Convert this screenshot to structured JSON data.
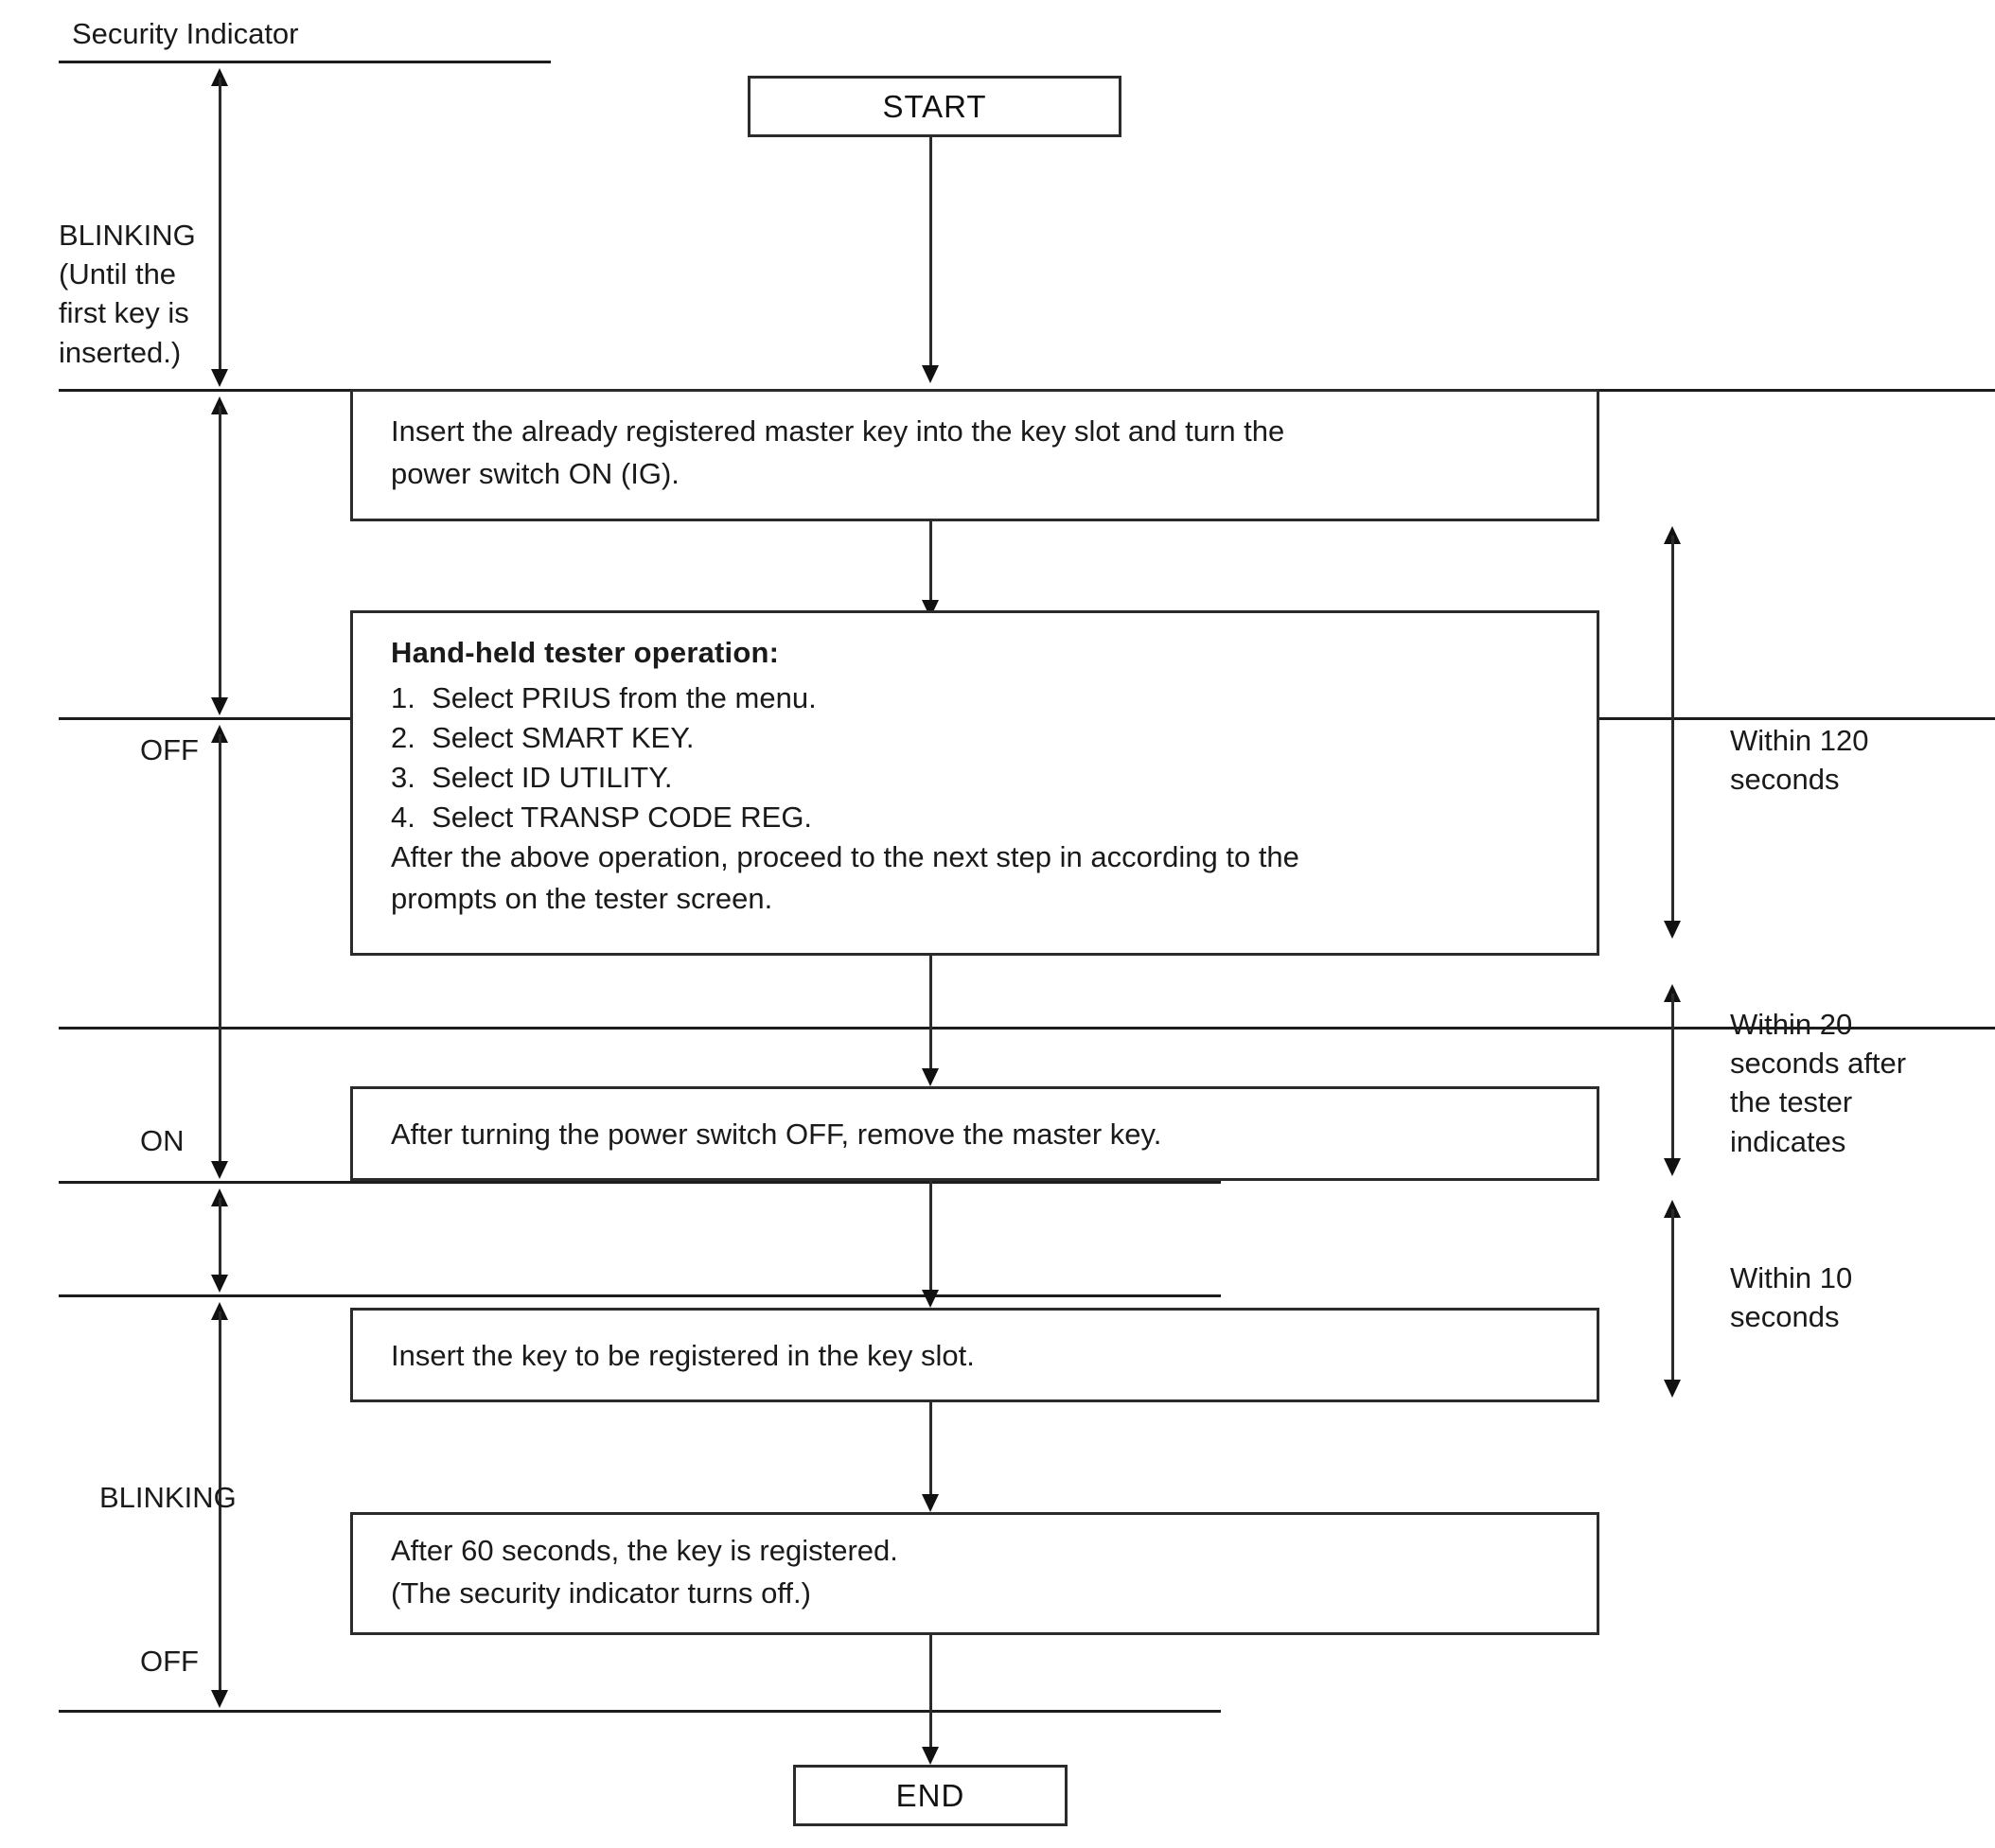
{
  "diagram": {
    "title": "Security Indicator",
    "type": "flowchart"
  },
  "terminals": {
    "start": "START",
    "end": "END"
  },
  "indicator_states": [
    {
      "label": "BLINKING\n(Until the\nfirst key is\ninserted.)"
    },
    {
      "label": "OFF"
    },
    {
      "label": "ON"
    },
    {
      "label": "BLINKING"
    },
    {
      "label": "OFF"
    }
  ],
  "steps": [
    {
      "id": "step-insert-master-key",
      "lines": [
        "Insert the already registered master key into the key slot and turn the",
        "power switch ON (IG)."
      ]
    },
    {
      "id": "step-tester-operation",
      "heading": "Hand-held tester operation:",
      "items": [
        "1.  Select PRIUS from the menu.",
        "2.  Select SMART KEY.",
        "3.  Select ID UTILITY.",
        "4.  Select TRANSP CODE REG."
      ],
      "note_lines": [
        "After the above operation, proceed to the next step in according to the",
        "prompts on the tester screen."
      ]
    },
    {
      "id": "step-remove-master-key",
      "lines": [
        "After turning the power switch OFF, remove the master key."
      ]
    },
    {
      "id": "step-insert-new-key",
      "lines": [
        "Insert the key to be registered in the key slot."
      ]
    },
    {
      "id": "step-key-registered",
      "lines": [
        "After 60 seconds, the key is registered.",
        "(The security indicator turns off.)"
      ]
    }
  ],
  "timings": [
    {
      "id": "timing-120",
      "label": "Within 120\nseconds"
    },
    {
      "id": "timing-20",
      "label": "Within 20\nseconds after\nthe tester\nindicates"
    },
    {
      "id": "timing-10",
      "label": "Within 10\nseconds"
    }
  ]
}
